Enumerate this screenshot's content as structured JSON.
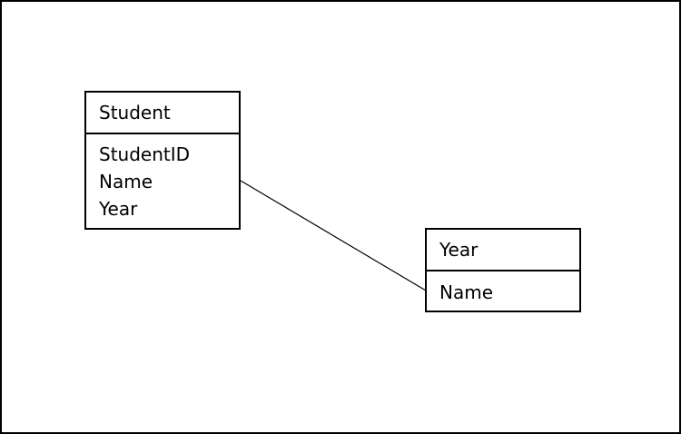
{
  "entities": [
    {
      "title": "Student",
      "attributes": [
        "StudentID",
        "Name",
        "Year"
      ]
    },
    {
      "title": "Year",
      "attributes": [
        "Name"
      ]
    }
  ],
  "relationships": [
    {
      "from": "Student.Name",
      "to": "Year.Name"
    }
  ]
}
